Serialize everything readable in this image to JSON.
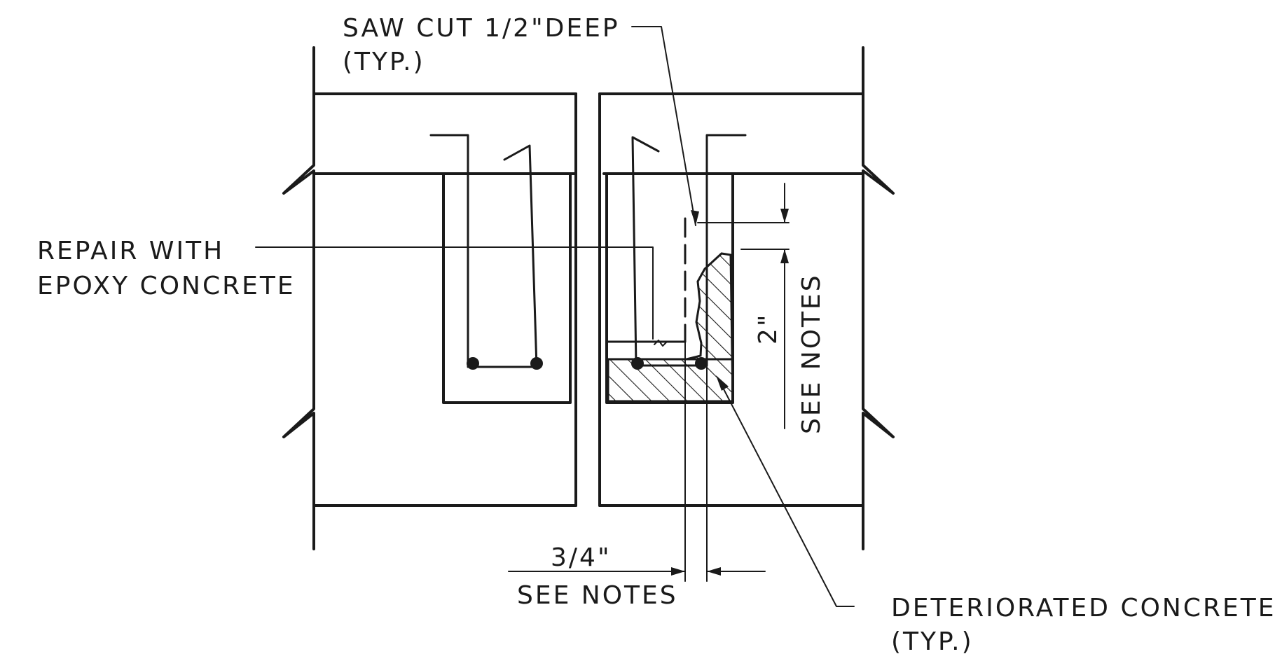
{
  "labels": {
    "saw_cut_line1": "SAW CUT 1/2\"DEEP",
    "saw_cut_line2": "(TYP.)",
    "repair_line1": "REPAIR WITH",
    "repair_line2": "EPOXY CONCRETE",
    "dim_2in": "2\"",
    "dim_2in_note": "SEE NOTES",
    "dim_34in": "3/4\"",
    "dim_34in_note": "SEE NOTES",
    "deteriorated_line1": "DETERIORATED CONCRETE",
    "deteriorated_line2": "(TYP.)"
  },
  "colors": {
    "ink": "#1a1a1a",
    "paper": "#ffffff"
  }
}
